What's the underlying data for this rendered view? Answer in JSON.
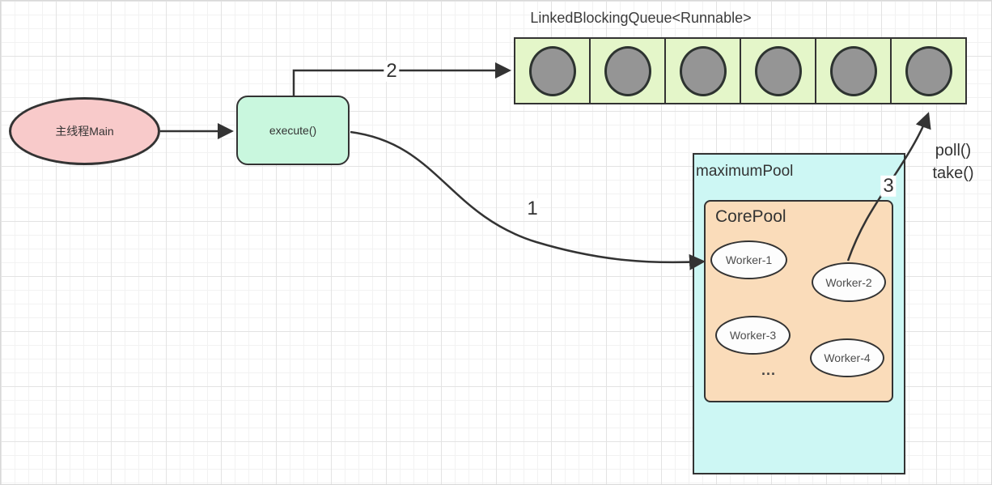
{
  "colors": {
    "stroke": "#333333",
    "text": "#333333",
    "pink": "#f8caca",
    "mint": "#c9f7de",
    "queue_green": "#e4f6c9",
    "task_gray": "#959595",
    "cyan": "#cdf7f4",
    "orange": "#fadcba",
    "grid_minor": "#f2f2f2",
    "grid_major": "#e3e3e3"
  },
  "nodes": {
    "main_thread": {
      "label": "主线程Main"
    },
    "execute": {
      "label": "execute()"
    },
    "queue": {
      "title": "LinkedBlockingQueue<Runnable>",
      "cell_count": 6
    },
    "maximum_pool": {
      "label": "maximumPool"
    },
    "core_pool": {
      "label": "CorePool",
      "workers": [
        "Worker-1",
        "Worker-2",
        "Worker-3",
        "Worker-4"
      ],
      "ellipsis": "..."
    }
  },
  "edges": {
    "step1": {
      "label": "1"
    },
    "step2": {
      "label": "2"
    },
    "step3": {
      "label": "3"
    },
    "poll_label": "poll()",
    "take_label": "take()"
  }
}
